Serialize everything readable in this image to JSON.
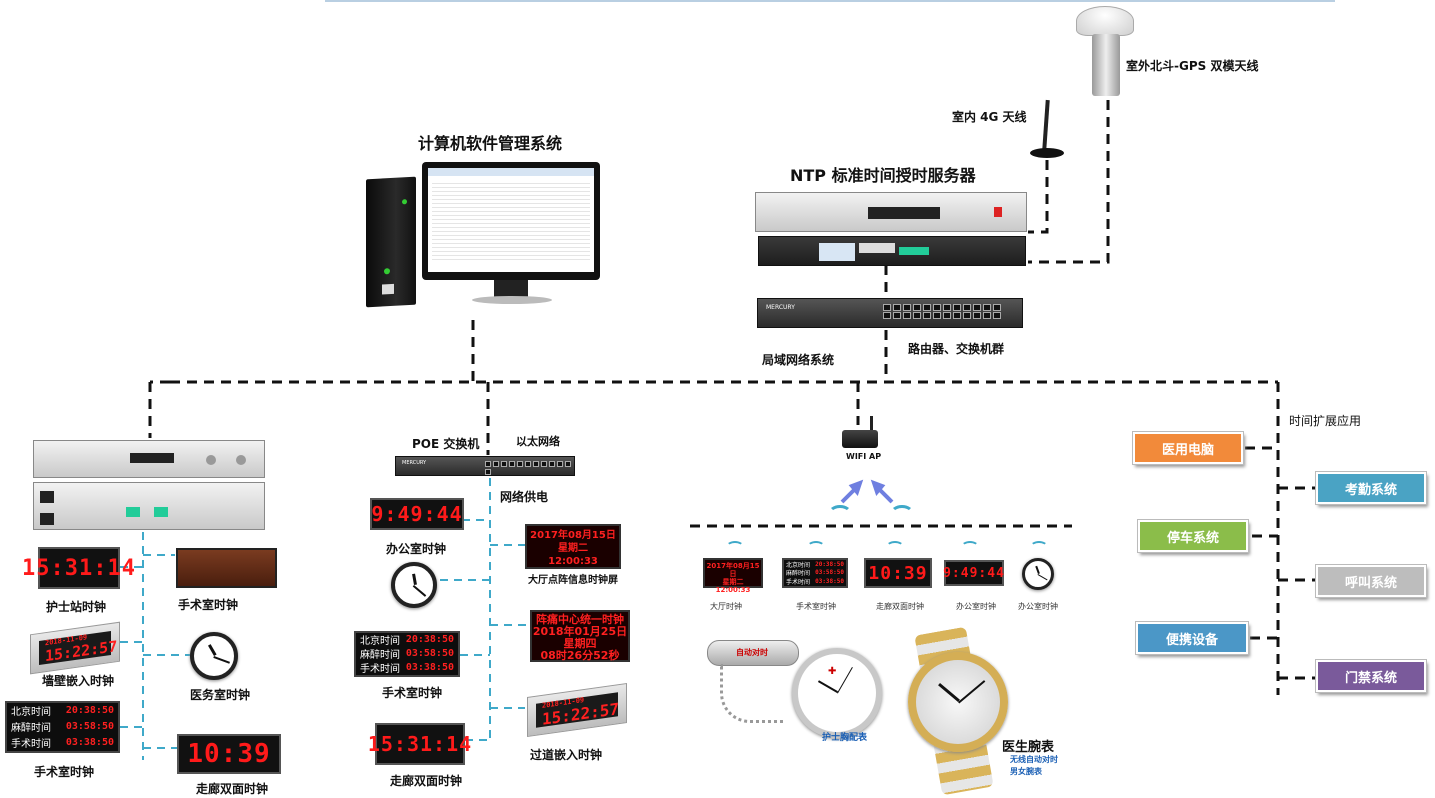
{
  "colors": {
    "line_black": "#111111",
    "line_blue": "#3fa9c9",
    "led_red": "#ff2020",
    "medical": "#f28a3a",
    "attendance": "#4aa3c4",
    "parking": "#8bbd4a",
    "calling": "#bdbdbd",
    "portable": "#4b97c7",
    "access": "#7a5a9b"
  },
  "top": {
    "software_title": "计算机软件管理系统",
    "ntp_title": "NTP 标准时间授时服务器",
    "indoor_antenna": "室内 4G 天线",
    "outdoor_antenna": "室外北斗-GPS 双模天线",
    "lan": "局域网络系统",
    "routers": "路由器、交换机群"
  },
  "left": {
    "nurse_station": {
      "label": "护士站时钟",
      "time": "15:31:14"
    },
    "or_top": {
      "label": "手术室时钟"
    },
    "wall_embed": {
      "label": "墙壁嵌入时钟",
      "date": "2018-11-09",
      "time": "15:22:57"
    },
    "medical_office": {
      "label": "医务室时钟"
    },
    "or_bottom": {
      "label": "手术室时钟",
      "rows": [
        {
          "k": "北京时间",
          "v": "20:38:50"
        },
        {
          "k": "麻醉时间",
          "v": "03:58:50"
        },
        {
          "k": "手术时间",
          "v": "03:38:50"
        }
      ]
    },
    "corridor": {
      "label": "走廊双面时钟",
      "time": "10:39"
    }
  },
  "center": {
    "poe_switch": "POE 交换机",
    "ethernet": "以太网络",
    "poe_power": "网络供电",
    "office": {
      "label": "办公室时钟",
      "time": "9:49:44"
    },
    "hall": {
      "label": "大厅点阵信息时钟屏",
      "lines": [
        "2017年08月15日",
        "星期二",
        "12:00:33"
      ]
    },
    "info": {
      "lines": [
        "阵痛中心统一时钟",
        "2018年01月25日",
        "星期四",
        "08时26分52秒"
      ]
    },
    "or": {
      "label": "手术室时钟",
      "rows": [
        {
          "k": "北京时间",
          "v": "20:38:50"
        },
        {
          "k": "麻醉时间",
          "v": "03:58:50"
        },
        {
          "k": "手术时间",
          "v": "03:38:50"
        }
      ]
    },
    "corridor": {
      "label": "走廊双面时钟",
      "time": "15:31:14"
    },
    "aisle": {
      "label": "过道嵌入时钟",
      "date": "2018-11-09",
      "time": "15:22:57"
    }
  },
  "wifi": {
    "ap_label": "WIFI AP",
    "devices": [
      {
        "label": "大厅时钟"
      },
      {
        "label": "手术室时钟"
      },
      {
        "label": "走廊双面时钟"
      },
      {
        "label": "办公室时钟"
      },
      {
        "label": "办公室时钟"
      }
    ],
    "hall_lines": [
      "2017年08月15日",
      "星期二",
      "12:00:33"
    ],
    "or_rows": [
      {
        "k": "北京时间",
        "v": "20:38:50"
      },
      {
        "k": "麻醉时间",
        "v": "03:58:50"
      },
      {
        "k": "手术时间",
        "v": "03:38:50"
      }
    ],
    "corridor_time": "10:39",
    "office_time": "9:49:44",
    "auto_tag": "自动对时",
    "nurse_watch": "护士胸配表",
    "doctor_watch": "医生腕表",
    "doctor_sub1": "无线自动对时",
    "doctor_sub2": "男女腕表"
  },
  "right": {
    "title": "时间扩展应用",
    "items": [
      "医用电脑",
      "考勤系统",
      "停车系统",
      "呼叫系统",
      "便携设备",
      "门禁系统"
    ]
  }
}
